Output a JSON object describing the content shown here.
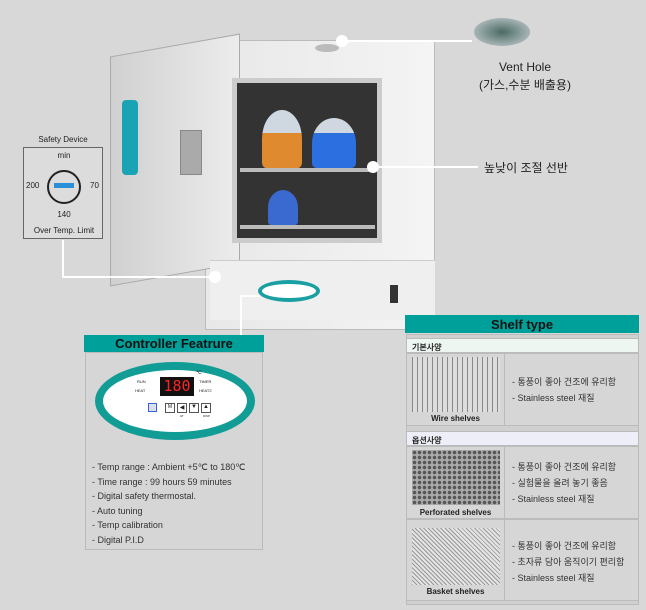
{
  "callouts": {
    "vent_hole": "Vent Hole",
    "vent_hole_sub": "(가스,수분 배출용)",
    "shelf_adjust": "높낮이 조절 선반"
  },
  "safety_device": {
    "title": "Safety Device",
    "min": "min",
    "left": "200",
    "right": "70",
    "bottom": "140",
    "caption": "Over Temp. Limit"
  },
  "controller": {
    "title": "Controller Featrure",
    "display": "180",
    "unit": "℃",
    "run": "RUN",
    "heat": "HEAT",
    "timer": "TIMER",
    "heat2": "HEAT2",
    "btn_m": "M",
    "at": "AT",
    "disp": "DISP",
    "features": [
      "- Temp range : Ambient +5℃ to 180℃",
      "- Time range : 99 hours 59 minutes",
      "- Digital safety thermostal.",
      "- Auto tuning",
      "- Temp calibration",
      "- Digital P.I.D"
    ]
  },
  "shelf_type": {
    "title": "Shelf type",
    "basic_label": "기본사양",
    "option_label": "옵션사양",
    "items": [
      {
        "name": "Wire shelves",
        "lines": [
          "- 통풍이 좋아 건조에 유리함",
          "- Stainless steel 재질"
        ]
      },
      {
        "name": "Perforated shelves",
        "lines": [
          "- 통풍이 좋아 건조에 유리함",
          "- 실험물을 올려 놓기 좋음",
          "- Stainless steel 재질"
        ]
      },
      {
        "name": "Basket shelves",
        "lines": [
          "- 통풍이 좋아 건조에 유리함",
          "- 초자류 담아 움직이기 편리함",
          "- Stainless steel 재질"
        ]
      }
    ]
  },
  "colors": {
    "accent": "#00a09a"
  }
}
